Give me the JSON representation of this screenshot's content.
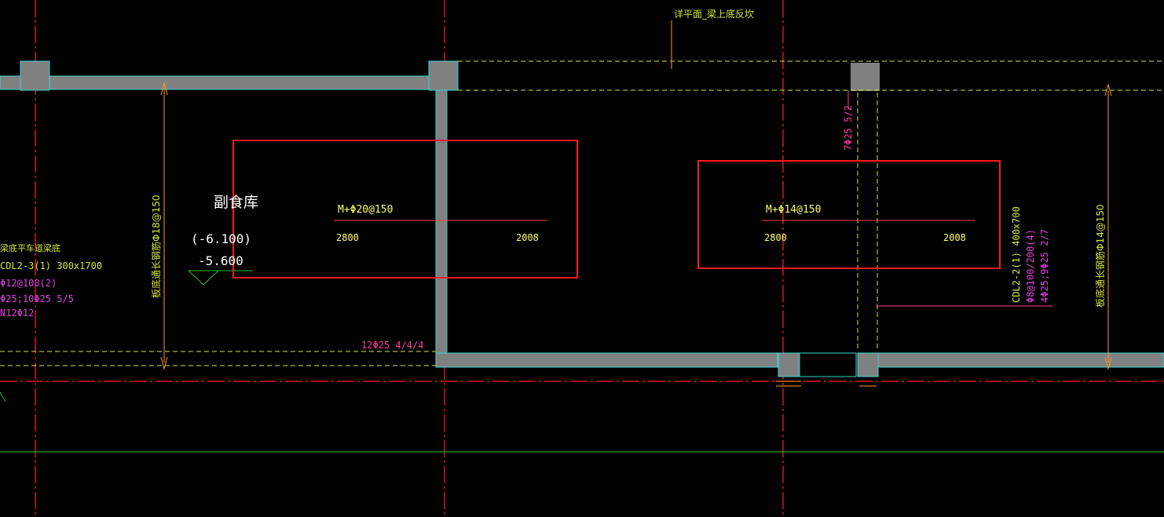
{
  "colors": {
    "background": "#000000",
    "axis_red": "#ff2020",
    "highlight_red": "#ff1a1a",
    "wall_gray": "#808080",
    "wall_outline": "#39d5d5",
    "dash_yellow": "#d2e63c",
    "orange_dim": "#ff9a1a",
    "pink_text": "#ff3ca0",
    "magenta_text": "#e040e0",
    "yellow_text": "#ffff66",
    "white_text": "#ffffff",
    "green_line": "#22c022"
  },
  "labels": {
    "top_note": "详平面_梁上底反坎",
    "room_name": "副食库",
    "elev_1": "(-6.100)",
    "elev_2": "-5.600",
    "left_rebar_vertical": "板底通长钢筋Φ18@150",
    "right_rebar_vertical": "板底通长钢筋Φ14@150",
    "left_beam_title": "梁底平车道梁底",
    "left_beam_1": "CDL2-3(1) 300x1700",
    "left_beam_2": "Φ12@100(2)",
    "left_beam_3": "Φ25;10Φ25 5/5",
    "left_beam_4": "N12Φ12",
    "bottom_rebar": "12Φ25 4/4/4",
    "right_top_rebar": "7Φ25 5/2",
    "beam_right_1": "CDL2-2(1) 400x700",
    "beam_right_2": "Φ8@100/200(4)",
    "beam_right_3": "4Φ25;9Φ25 2/7"
  },
  "highlight_boxes": [
    {
      "rebar": "M+Φ20@150",
      "left_len": "2800",
      "right_len": "2008"
    },
    {
      "rebar": "M+Φ14@150",
      "left_len": "2800",
      "right_len": "2008"
    }
  ]
}
